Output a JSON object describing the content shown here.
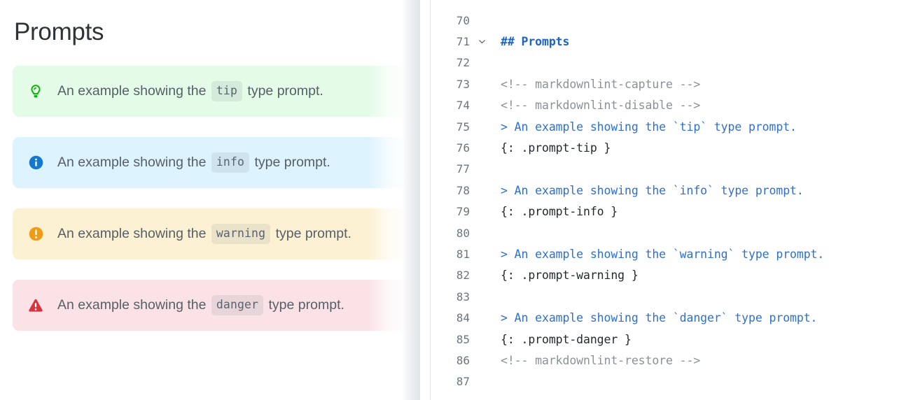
{
  "preview": {
    "title": "Prompts",
    "prompts": [
      {
        "type": "tip",
        "icon": "lightbulb-icon",
        "text_before": "An example showing the",
        "code": "tip",
        "text_after": "type prompt.",
        "bg_color": "#e4fbe8",
        "icon_color": "#03b403"
      },
      {
        "type": "info",
        "icon": "info-circle-icon",
        "text_before": "An example showing the",
        "code": "info",
        "text_after": "type prompt.",
        "bg_color": "#ddf3fd",
        "icon_color": "#1478d0"
      },
      {
        "type": "warning",
        "icon": "exclamation-circle-icon",
        "text_before": "An example showing the",
        "code": "warning",
        "text_after": "type prompt.",
        "bg_color": "#fdf1d3",
        "icon_color": "#ef9c12"
      },
      {
        "type": "danger",
        "icon": "warning-triangle-icon",
        "text_before": "An example showing the",
        "code": "danger",
        "text_after": "type prompt.",
        "bg_color": "#fbe2e7",
        "icon_color": "#d6353b"
      }
    ]
  },
  "editor": {
    "lines": [
      {
        "number": "70",
        "fold": false,
        "segments": []
      },
      {
        "number": "71",
        "fold": true,
        "segments": [
          {
            "style": "t-heading",
            "text": "## Prompts"
          }
        ]
      },
      {
        "number": "72",
        "fold": false,
        "segments": []
      },
      {
        "number": "73",
        "fold": false,
        "segments": [
          {
            "style": "t-comment",
            "text": "<!-- markdownlint-capture -->"
          }
        ]
      },
      {
        "number": "74",
        "fold": false,
        "segments": [
          {
            "style": "t-comment",
            "text": "<!-- markdownlint-disable -->"
          }
        ]
      },
      {
        "number": "75",
        "fold": false,
        "segments": [
          {
            "style": "t-quote",
            "text": "> An example showing the `tip` type prompt."
          }
        ]
      },
      {
        "number": "76",
        "fold": false,
        "segments": [
          {
            "style": "t-plain",
            "text": "{: .prompt-tip }"
          }
        ]
      },
      {
        "number": "77",
        "fold": false,
        "segments": []
      },
      {
        "number": "78",
        "fold": false,
        "segments": [
          {
            "style": "t-quote",
            "text": "> An example showing the `info` type prompt."
          }
        ]
      },
      {
        "number": "79",
        "fold": false,
        "segments": [
          {
            "style": "t-plain",
            "text": "{: .prompt-info }"
          }
        ]
      },
      {
        "number": "80",
        "fold": false,
        "segments": []
      },
      {
        "number": "81",
        "fold": false,
        "segments": [
          {
            "style": "t-quote",
            "text": "> An example showing the `warning` type prompt."
          }
        ]
      },
      {
        "number": "82",
        "fold": false,
        "segments": [
          {
            "style": "t-plain",
            "text": "{: .prompt-warning }"
          }
        ]
      },
      {
        "number": "83",
        "fold": false,
        "segments": []
      },
      {
        "number": "84",
        "fold": false,
        "segments": [
          {
            "style": "t-quote",
            "text": "> An example showing the `danger` type prompt."
          }
        ]
      },
      {
        "number": "85",
        "fold": false,
        "segments": [
          {
            "style": "t-plain",
            "text": "{: .prompt-danger }"
          }
        ]
      },
      {
        "number": "86",
        "fold": false,
        "segments": [
          {
            "style": "t-comment",
            "text": "<!-- markdownlint-restore -->"
          }
        ]
      },
      {
        "number": "87",
        "fold": false,
        "segments": []
      }
    ],
    "colors": {
      "heading": "#1a64c4",
      "comment": "#8a9199",
      "quote": "#2f6fce",
      "plain": "#24292f",
      "line_number": "#6b7681"
    }
  }
}
